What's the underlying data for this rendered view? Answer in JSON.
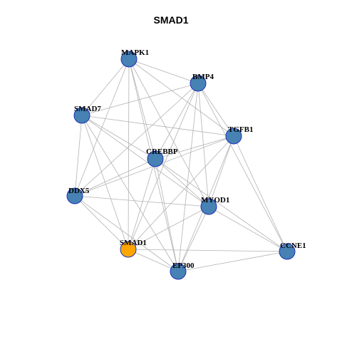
{
  "title": "SMAD1",
  "colors": {
    "node_default": "#4682b4",
    "node_highlight": "#ffa500",
    "node_border": "#1f2fb8",
    "edge": "#b3b3b3"
  },
  "nodes": [
    {
      "id": "MAPK1",
      "label": "MAPK1",
      "highlight": false
    },
    {
      "id": "BMP4",
      "label": "BMP4",
      "highlight": false
    },
    {
      "id": "SMAD7",
      "label": "SMAD7",
      "highlight": false
    },
    {
      "id": "TGFB1",
      "label": "TGFB1",
      "highlight": false
    },
    {
      "id": "CREBBP",
      "label": "CREBBP",
      "highlight": false
    },
    {
      "id": "DDX5",
      "label": "DDX5",
      "highlight": false
    },
    {
      "id": "MYOD1",
      "label": "MYOD1",
      "highlight": false
    },
    {
      "id": "SMAD1",
      "label": "SMAD1",
      "highlight": true
    },
    {
      "id": "CCNE1",
      "label": "CCNE1",
      "highlight": false
    },
    {
      "id": "EP300",
      "label": "EP300",
      "highlight": false
    }
  ],
  "edges": [
    [
      "MAPK1",
      "BMP4"
    ],
    [
      "MAPK1",
      "SMAD7"
    ],
    [
      "MAPK1",
      "TGFB1"
    ],
    [
      "MAPK1",
      "CREBBP"
    ],
    [
      "MAPK1",
      "DDX5"
    ],
    [
      "MAPK1",
      "MYOD1"
    ],
    [
      "MAPK1",
      "SMAD1"
    ],
    [
      "MAPK1",
      "EP300"
    ],
    [
      "BMP4",
      "SMAD7"
    ],
    [
      "BMP4",
      "TGFB1"
    ],
    [
      "BMP4",
      "CREBBP"
    ],
    [
      "BMP4",
      "DDX5"
    ],
    [
      "BMP4",
      "MYOD1"
    ],
    [
      "BMP4",
      "SMAD1"
    ],
    [
      "BMP4",
      "CCNE1"
    ],
    [
      "BMP4",
      "EP300"
    ],
    [
      "SMAD7",
      "TGFB1"
    ],
    [
      "SMAD7",
      "CREBBP"
    ],
    [
      "SMAD7",
      "DDX5"
    ],
    [
      "SMAD7",
      "MYOD1"
    ],
    [
      "SMAD7",
      "SMAD1"
    ],
    [
      "SMAD7",
      "EP300"
    ],
    [
      "TGFB1",
      "CREBBP"
    ],
    [
      "TGFB1",
      "DDX5"
    ],
    [
      "TGFB1",
      "MYOD1"
    ],
    [
      "TGFB1",
      "SMAD1"
    ],
    [
      "TGFB1",
      "CCNE1"
    ],
    [
      "TGFB1",
      "EP300"
    ],
    [
      "CREBBP",
      "DDX5"
    ],
    [
      "CREBBP",
      "MYOD1"
    ],
    [
      "CREBBP",
      "SMAD1"
    ],
    [
      "CREBBP",
      "EP300"
    ],
    [
      "CREBBP",
      "CCNE1"
    ],
    [
      "DDX5",
      "MYOD1"
    ],
    [
      "DDX5",
      "SMAD1"
    ],
    [
      "DDX5",
      "EP300"
    ],
    [
      "MYOD1",
      "SMAD1"
    ],
    [
      "MYOD1",
      "EP300"
    ],
    [
      "MYOD1",
      "CCNE1"
    ],
    [
      "SMAD1",
      "EP300"
    ],
    [
      "SMAD1",
      "CCNE1"
    ],
    [
      "EP300",
      "CCNE1"
    ]
  ]
}
